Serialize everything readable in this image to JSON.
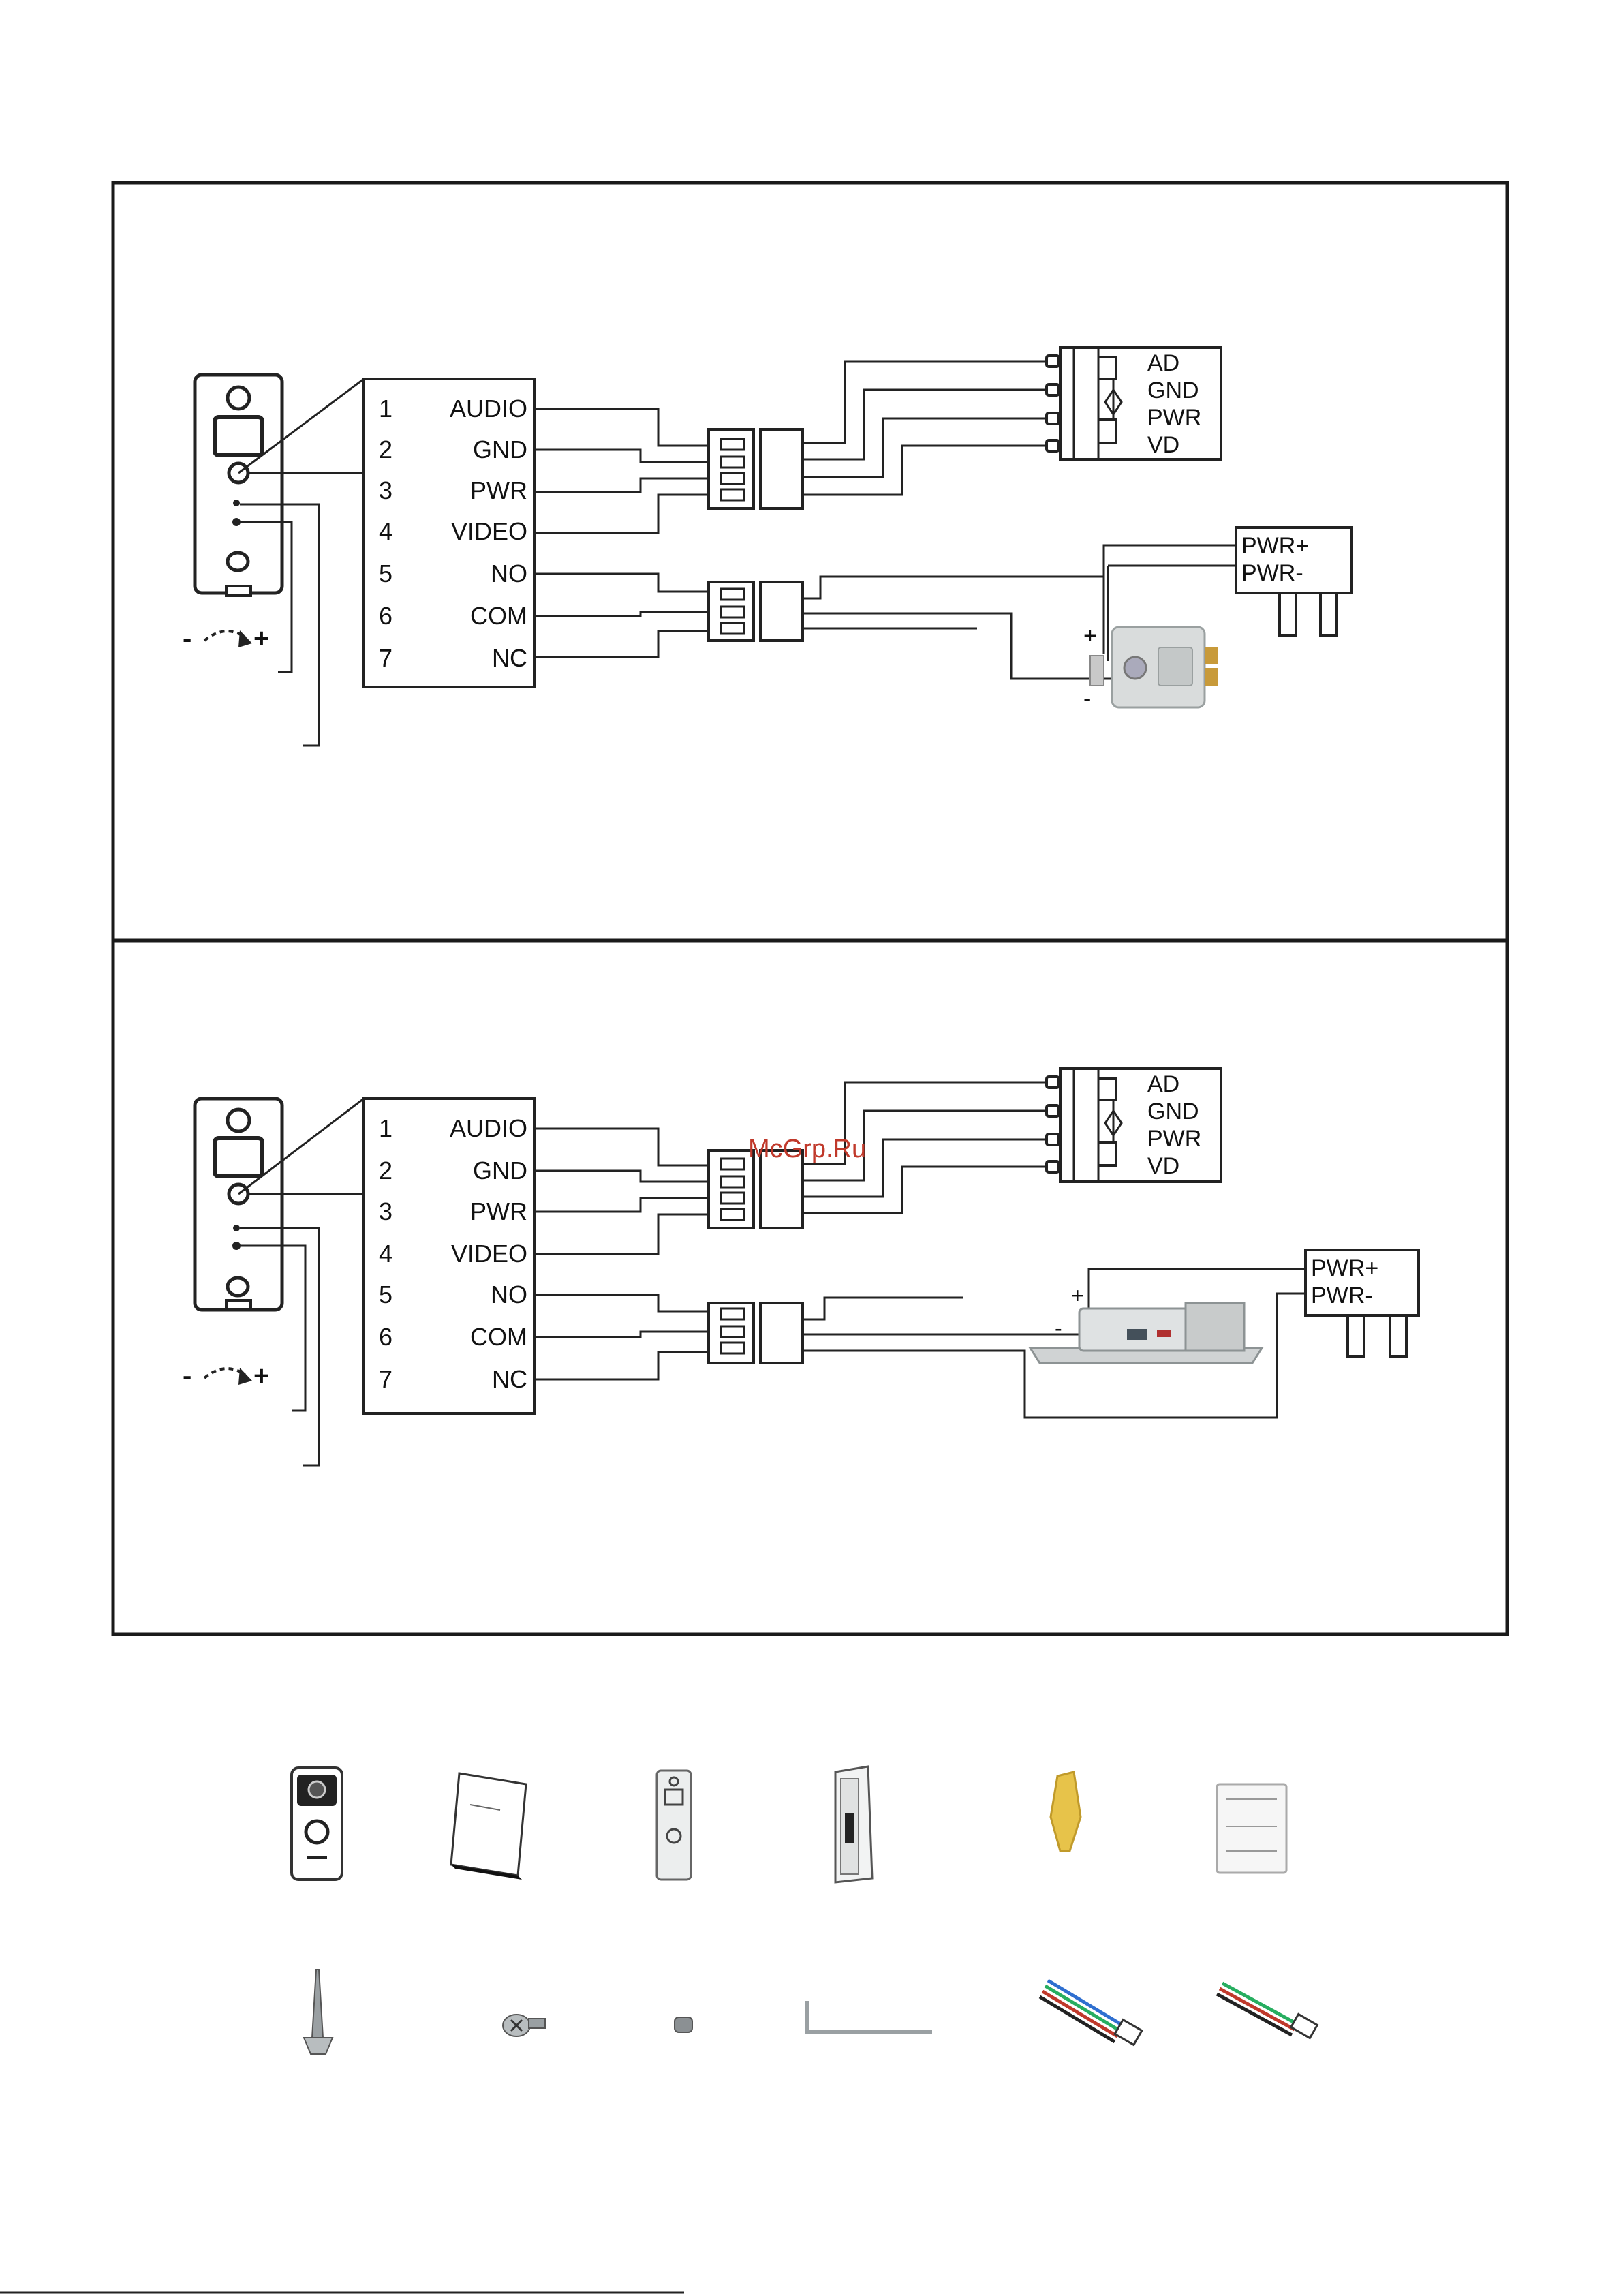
{
  "watermark": "McGrp.Ru",
  "terminal_pins": [
    {
      "num": "1",
      "name": "AUDIO"
    },
    {
      "num": "2",
      "name": "GND"
    },
    {
      "num": "3",
      "name": "PWR"
    },
    {
      "num": "4",
      "name": "VIDEO"
    },
    {
      "num": "5",
      "name": "NO"
    },
    {
      "num": "6",
      "name": "COM"
    },
    {
      "num": "7",
      "name": "NC"
    }
  ],
  "monitor_terminals": [
    "AD",
    "GND",
    "PWR",
    "VD"
  ],
  "power_supply": {
    "plus": "PWR+",
    "minus": "PWR-"
  },
  "lock_polarity": {
    "plus": "+",
    "minus": "-"
  },
  "adjust_symbol": {
    "minus": "-",
    "plus": "+"
  },
  "colors": {
    "line": "#1a1a1a",
    "frame": "#1a1a1a",
    "watermark": "#c0392b"
  }
}
